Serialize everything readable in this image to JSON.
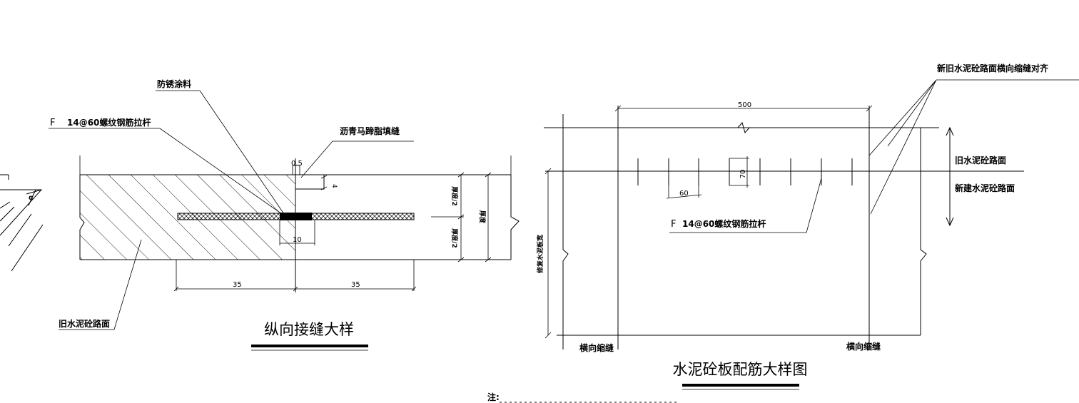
{
  "detail_left": {
    "title": "纵向接缝大样",
    "labels": {
      "rust_coating": "防锈涂料",
      "tie_bar_prefix": "F",
      "tie_bar": "14@60螺纹钢筋拉杆",
      "asphalt_fill": "沥青马蹄脂填缝",
      "old_pavement": "旧水泥砼路面",
      "thickness": "厚度",
      "half_thickness_top": "厚度/2",
      "half_thickness_bottom": "厚度/2"
    },
    "dims": {
      "gap": "0.5",
      "depth": "4",
      "seal_width": "10",
      "left_bar": "35",
      "right_bar": "35",
      "angle": "α"
    }
  },
  "detail_right": {
    "title": "水泥砼板配筋大样图",
    "labels": {
      "align_note": "新旧水泥砼路面横向缩缝对齐",
      "old_pavement": "旧水泥砼路面",
      "new_pavement": "新建水泥砼路面",
      "tie_bar_prefix": "F",
      "tie_bar": "14@60螺纹钢筋拉杆",
      "repair_width": "修复水泥板宽",
      "left_joint": "横向缩缝",
      "right_joint": "横向缩缝"
    },
    "dims": {
      "total": "500",
      "spacing": "60",
      "length": "70"
    }
  },
  "notes": {
    "heading": "注:"
  }
}
